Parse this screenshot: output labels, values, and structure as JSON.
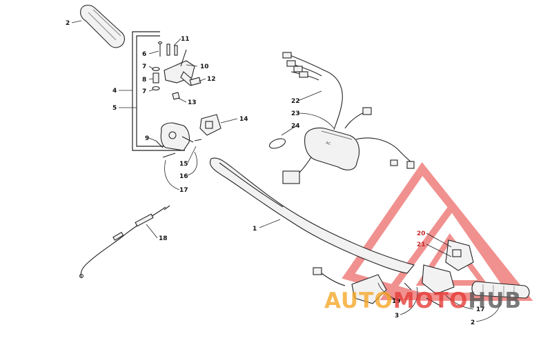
{
  "diagram": {
    "callouts": [
      {
        "id": "1",
        "text": "1"
      },
      {
        "id": "2a",
        "text": "2"
      },
      {
        "id": "2b",
        "text": "2"
      },
      {
        "id": "3",
        "text": "3"
      },
      {
        "id": "4",
        "text": "4"
      },
      {
        "id": "5",
        "text": "5"
      },
      {
        "id": "6",
        "text": "6"
      },
      {
        "id": "7a",
        "text": "7"
      },
      {
        "id": "7b",
        "text": "7"
      },
      {
        "id": "8",
        "text": "8"
      },
      {
        "id": "9",
        "text": "9"
      },
      {
        "id": "10",
        "text": "10"
      },
      {
        "id": "11",
        "text": "11"
      },
      {
        "id": "12",
        "text": "12"
      },
      {
        "id": "13",
        "text": "13"
      },
      {
        "id": "14",
        "text": "14"
      },
      {
        "id": "15",
        "text": "15"
      },
      {
        "id": "16",
        "text": "16"
      },
      {
        "id": "17a",
        "text": "17"
      },
      {
        "id": "17b",
        "text": "17"
      },
      {
        "id": "18",
        "text": "18"
      },
      {
        "id": "19",
        "text": "19"
      },
      {
        "id": "20",
        "text": "20"
      },
      {
        "id": "21",
        "text": "21"
      },
      {
        "id": "22",
        "text": "22"
      },
      {
        "id": "23",
        "text": "23"
      },
      {
        "id": "24",
        "text": "24"
      }
    ]
  },
  "watermark": {
    "part1": "AUTO",
    "part2": "MOTO",
    "part3": "HUB",
    "color_orange": "#f5a623",
    "color_red": "#e53935",
    "color_gray": "#555555"
  }
}
